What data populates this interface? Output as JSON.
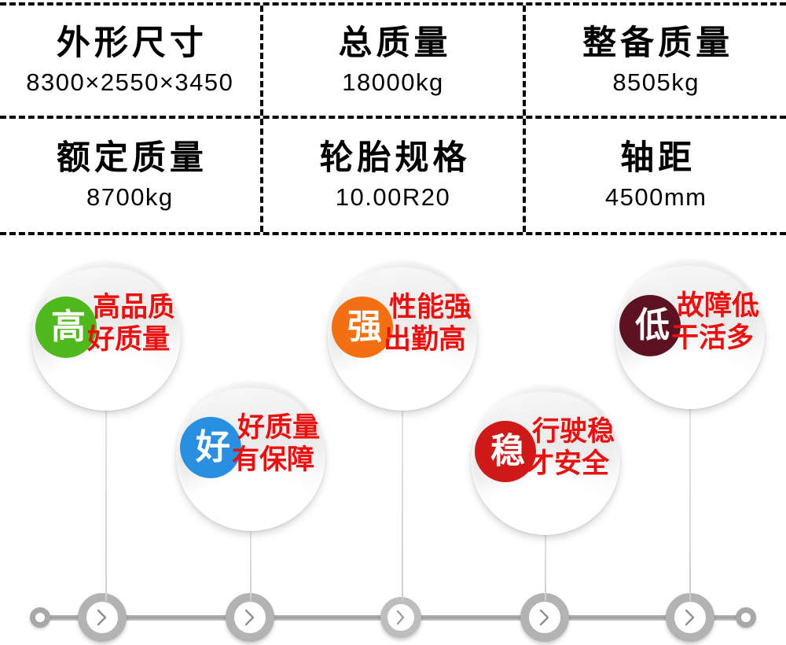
{
  "spec_table": {
    "rows": [
      [
        {
          "label": "外形尺寸",
          "value": "8300×2550×3450"
        },
        {
          "label": "总质量",
          "value": "18000kg"
        },
        {
          "label": "整备质量",
          "value": "8505kg"
        }
      ],
      [
        {
          "label": "额定质量",
          "value": "8700kg"
        },
        {
          "label": "轮胎规格",
          "value": "10.00R20"
        },
        {
          "label": "轴距",
          "value": "4500mm"
        }
      ]
    ]
  },
  "features": [
    {
      "badge": "高",
      "badge_color": "#4fb81c",
      "line1": "高品质",
      "line2": "好质量",
      "text_color": "#e8110f"
    },
    {
      "badge": "好",
      "badge_color": "#2a8fe0",
      "line1": "好质量",
      "line2": "有保障",
      "text_color": "#e8110f"
    },
    {
      "badge": "强",
      "badge_color": "#f37012",
      "line1": "性能强",
      "line2": "出勤高",
      "text_color": "#e8110f"
    },
    {
      "badge": "稳",
      "badge_color": "#cf1a1a",
      "line1": "行驶稳",
      "line2": "才安全",
      "text_color": "#e8110f"
    },
    {
      "badge": "低",
      "badge_color": "#5c1220",
      "line1": "故障低",
      "line2": "干活多",
      "text_color": "#e8110f"
    }
  ],
  "timeline": {
    "node_icon": "chevron-right-icon",
    "nodes": [
      {
        "id": "node-1"
      },
      {
        "id": "node-2"
      },
      {
        "id": "node-3"
      },
      {
        "id": "node-4"
      },
      {
        "id": "node-5"
      }
    ],
    "end_caps": [
      {
        "id": "cap-left"
      },
      {
        "id": "cap-right"
      }
    ]
  },
  "colors": {
    "accent_red": "#e8110f",
    "rail_gray": "#a8a8a8",
    "border_black": "#000000",
    "bubble_base": "#efefef"
  }
}
